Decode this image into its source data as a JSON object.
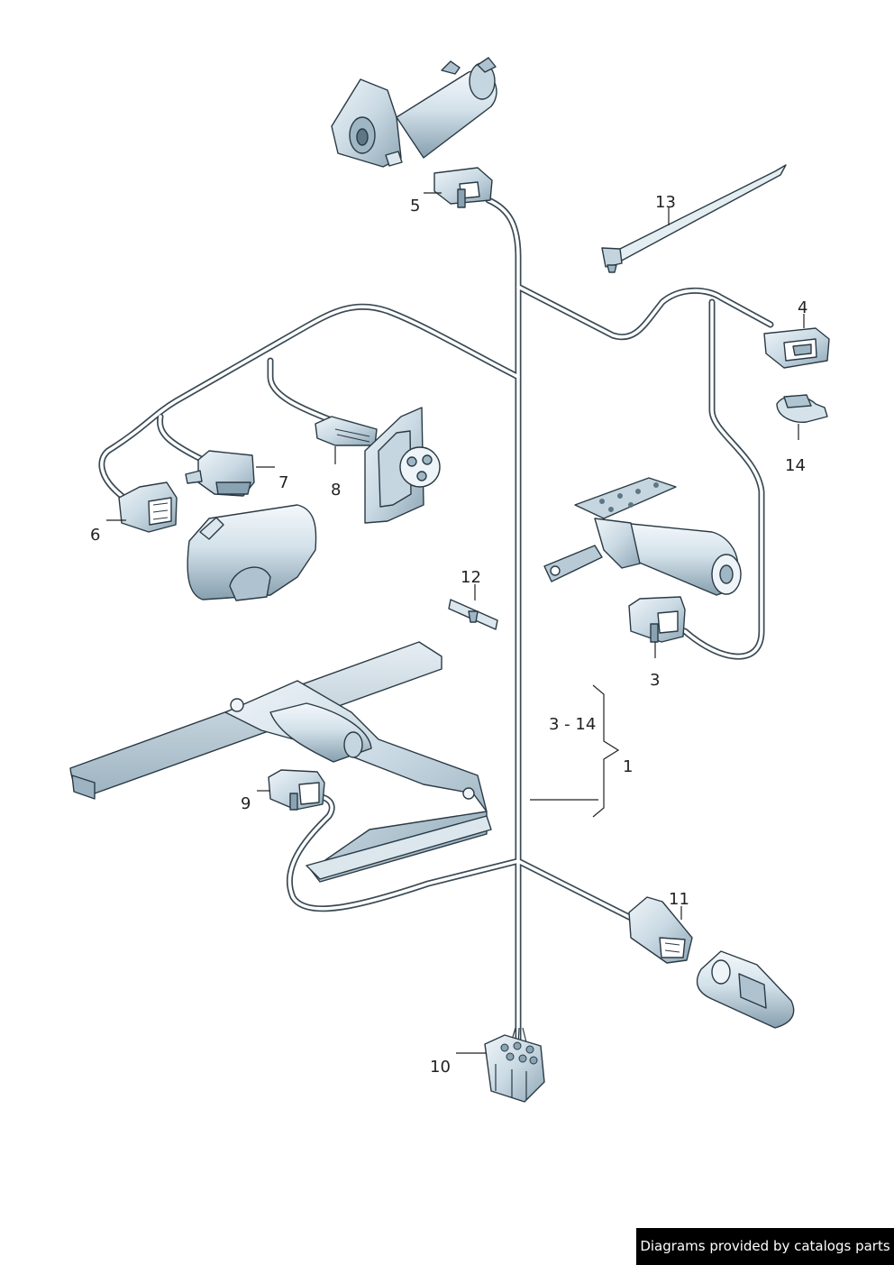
{
  "callouts": {
    "c1": "1",
    "c3": "3",
    "c3_14": "3 - 14",
    "c4": "4",
    "c5": "5",
    "c6": "6",
    "c7": "7",
    "c8": "8",
    "c9": "9",
    "c10": "10",
    "c11": "11",
    "c12": "12",
    "c13": "13",
    "c14": "14"
  },
  "credit": "Diagrams provided by catalogs parts",
  "colors": {
    "part_fill": "#dce8ef",
    "part_shade": "#b7cad6",
    "part_dark": "#8aa3b3",
    "outline": "#2a3a44"
  }
}
